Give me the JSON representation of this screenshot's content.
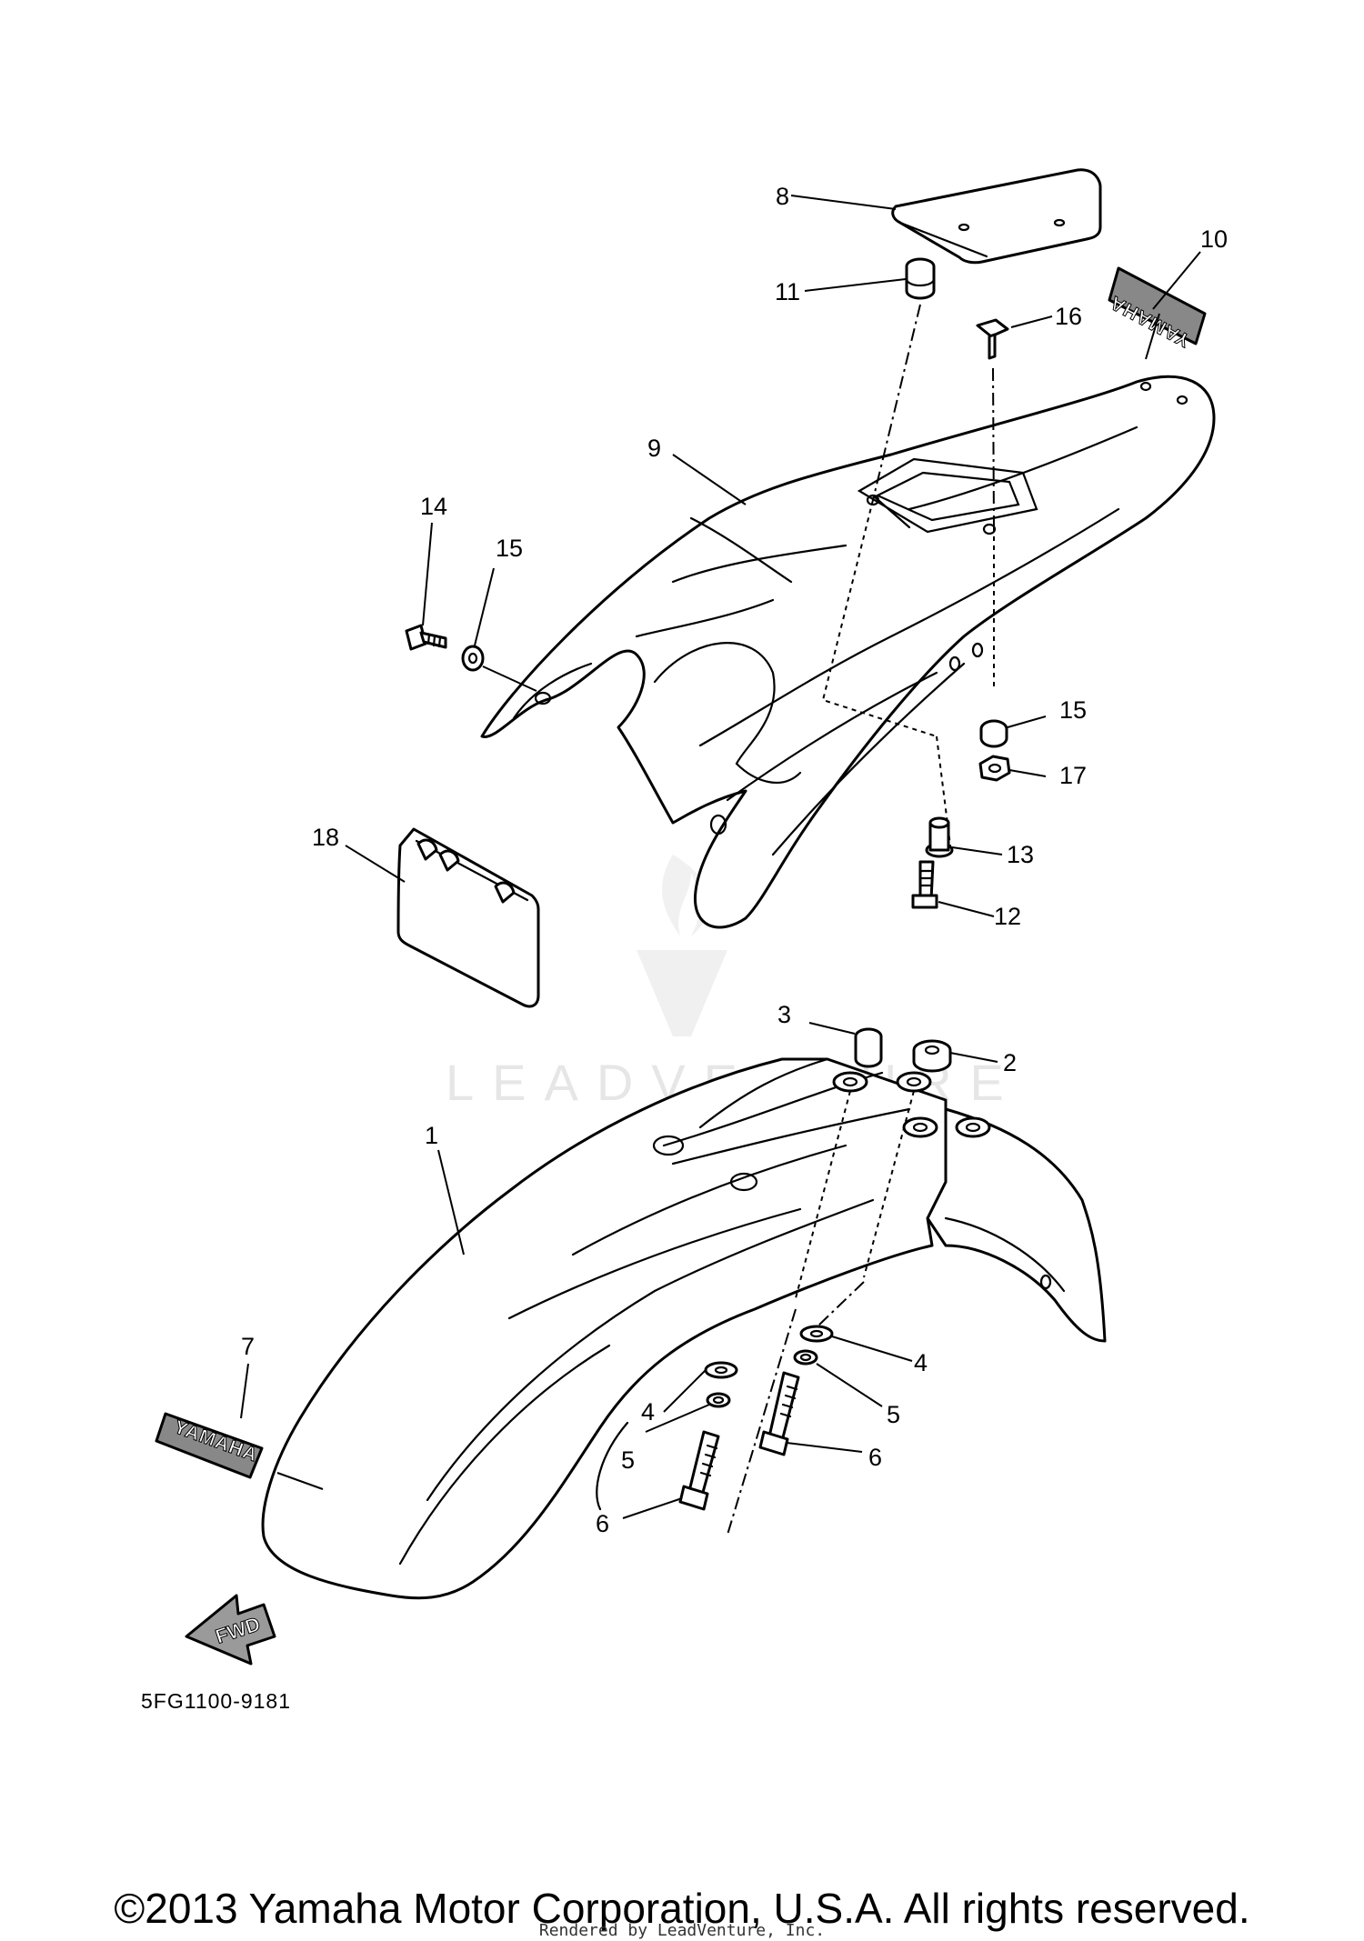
{
  "callouts": [
    "1",
    "2",
    "3",
    "4",
    "4",
    "5",
    "5",
    "6",
    "6",
    "7",
    "8",
    "9",
    "10",
    "11",
    "12",
    "13",
    "14",
    "15",
    "15",
    "16",
    "17",
    "18"
  ],
  "decal_text": "YAMAHA",
  "fwd_label": "FWD",
  "watermark": "LEADVENTURE",
  "diagram_code": "5FG1100-9181",
  "copyright": "©2013 Yamaha Motor Corporation, U.S.A. All rights reserved.",
  "rendered_by": "Rendered by LeadVenture, Inc.",
  "icons": {
    "fwd_arrow": "fwd-arrow-icon",
    "watermark_logo": "leadventure-logo-icon"
  }
}
